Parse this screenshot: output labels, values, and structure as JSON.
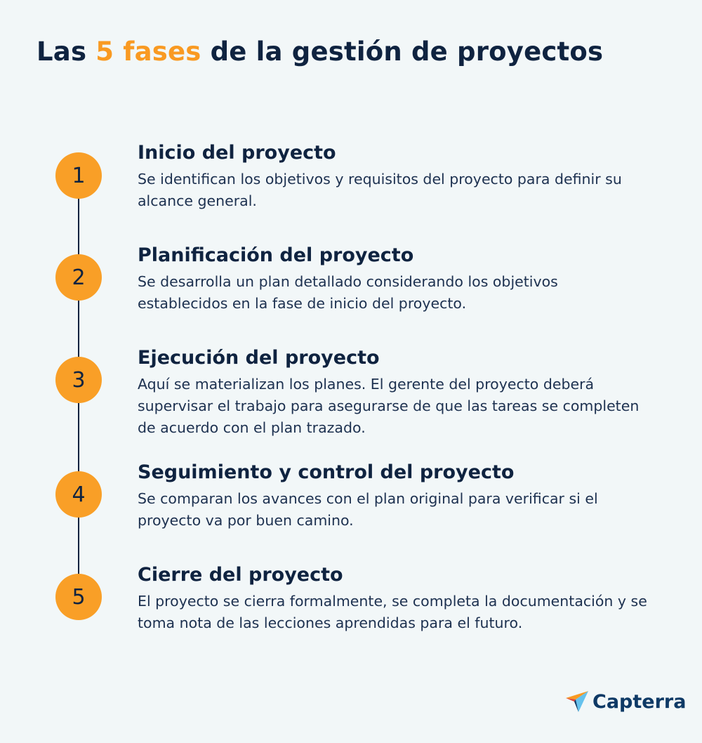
{
  "header": {
    "title_before": "Las ",
    "title_accent": "5 fases",
    "title_after": " de la gestión de proyectos"
  },
  "colors": {
    "background": "#f2f7f8",
    "text": "#0f2340",
    "accent": "#f99a22",
    "circle": "#f99f27"
  },
  "steps": [
    {
      "number": "1",
      "title": "Inicio del proyecto",
      "description": "Se identifican los objetivos y requisitos del proyecto para definir su alcance general."
    },
    {
      "number": "2",
      "title": "Planificación del proyecto",
      "description": "Se desarrolla un plan detallado considerando los objetivos establecidos en la fase de inicio del proyecto."
    },
    {
      "number": "3",
      "title": "Ejecución del proyecto",
      "description": "Aquí se materializan los planes. El gerente del proyecto deberá supervisar el trabajo para asegurarse de que las tareas se completen de acuerdo con el plan trazado."
    },
    {
      "number": "4",
      "title": "Seguimiento y control del proyecto",
      "description": "Se comparan los avances con el plan original para verificar si el proyecto va por buen camino."
    },
    {
      "number": "5",
      "title": "Cierre del proyecto",
      "description": "El proyecto se cierra formalmente, se completa la documentación y se toma nota de las lecciones aprendidas para el futuro."
    }
  ],
  "footer": {
    "logo_text": "Capterra",
    "logo_icon": "capterra-arrow-icon"
  }
}
